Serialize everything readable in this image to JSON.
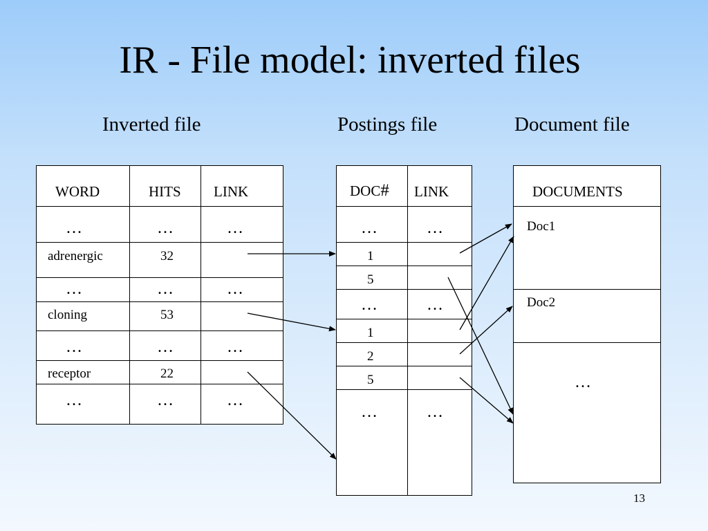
{
  "title": "IR - File model: inverted files",
  "sections": {
    "inverted": "Inverted file",
    "postings": "Postings file",
    "documents": "Document file"
  },
  "inverted_file": {
    "headers": {
      "word": "WORD",
      "hits": "HITS",
      "link": "LINK"
    },
    "ellipsis": "…",
    "rows": [
      {
        "word": "adrenergic",
        "hits": "32"
      },
      {
        "word": "cloning",
        "hits": "53"
      },
      {
        "word": "receptor",
        "hits": "22"
      }
    ]
  },
  "postings_file": {
    "headers": {
      "doc": "DOC",
      "doc_hash": "#",
      "link": "LINK"
    },
    "ellipsis": "…",
    "entries": [
      "1",
      "5",
      "1",
      "2",
      "5"
    ]
  },
  "document_file": {
    "header": "DOCUMENTS",
    "docs": [
      "Doc1",
      "Doc2"
    ],
    "ellipsis": "…"
  },
  "page_number": "13"
}
